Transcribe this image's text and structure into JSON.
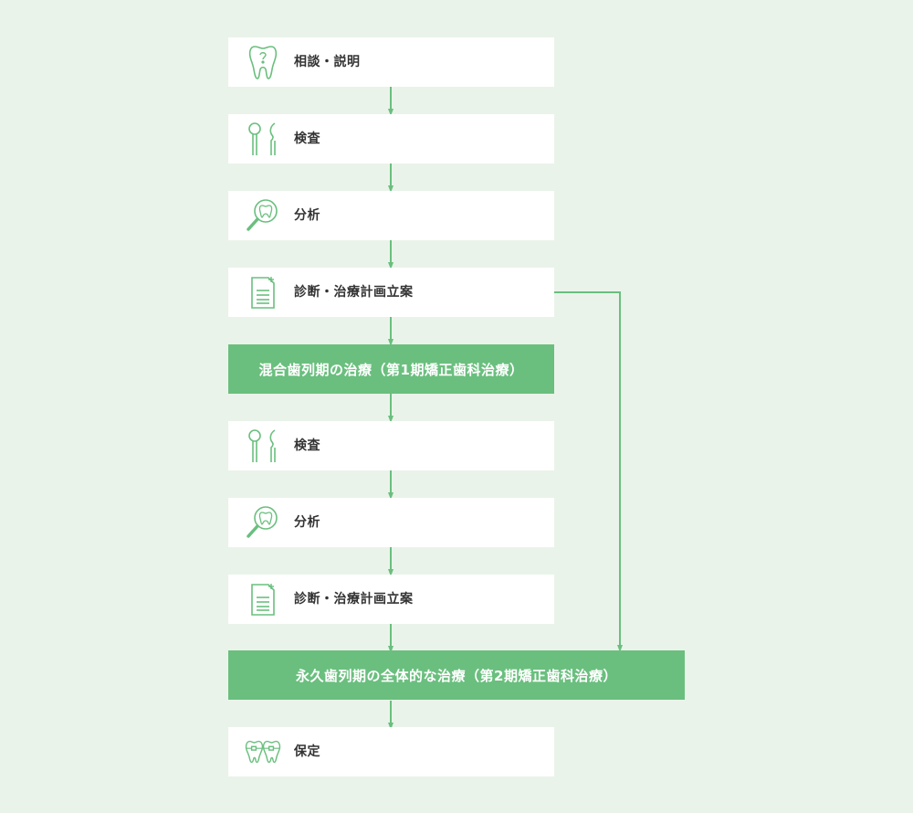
{
  "accent_color": "#6abf7e",
  "steps_top": [
    {
      "label": "相談・説明",
      "icon": "tooth-question-icon"
    },
    {
      "label": "検査",
      "icon": "dental-instruments-icon"
    },
    {
      "label": "分析",
      "icon": "magnifier-tooth-icon"
    },
    {
      "label": "診断・治療計画立案",
      "icon": "document-plus-icon"
    }
  ],
  "phase1": {
    "label": "混合歯列期の治療（第1期矯正歯科治療）"
  },
  "steps_mid": [
    {
      "label": "検査",
      "icon": "dental-instruments-icon"
    },
    {
      "label": "分析",
      "icon": "magnifier-tooth-icon"
    },
    {
      "label": "診断・治療計画立案",
      "icon": "document-plus-icon"
    }
  ],
  "phase2": {
    "label": "永久歯列期の全体的な治療（第2期矯正歯科治療）"
  },
  "final_step": {
    "label": "保定",
    "icon": "braces-teeth-icon"
  }
}
